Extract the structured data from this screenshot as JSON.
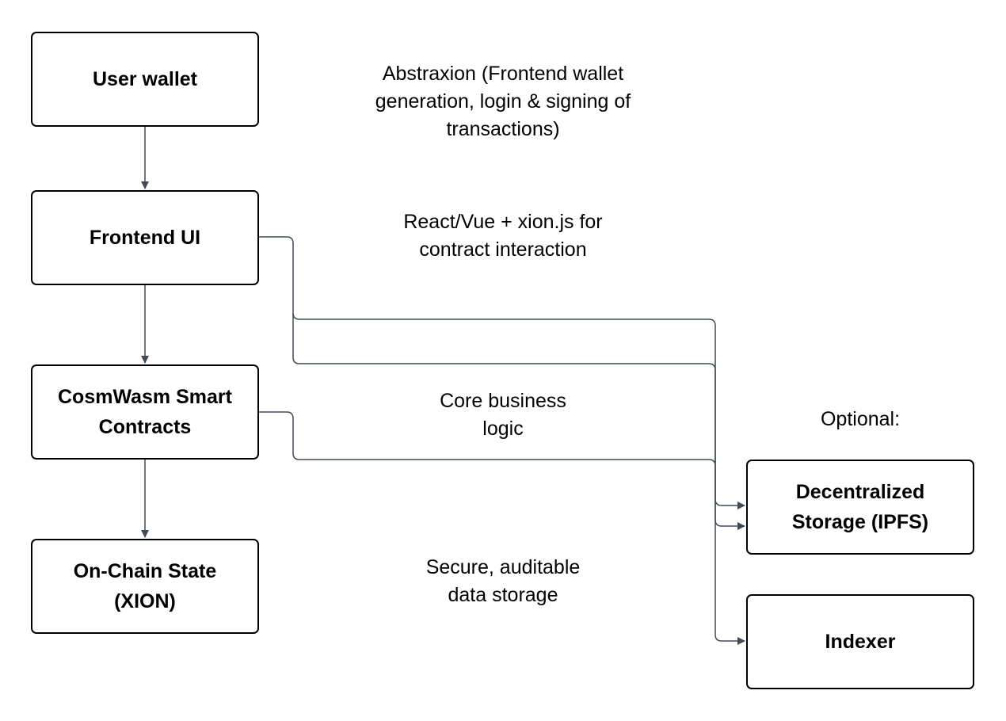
{
  "boxes": {
    "user_wallet": "User wallet",
    "frontend_ui": "Frontend UI",
    "smart_contracts": "CosmWasm Smart\nContracts",
    "on_chain_state": "On-Chain State\n(XION)",
    "decentralized_storage": "Decentralized\nStorage (IPFS)",
    "indexer": "Indexer"
  },
  "notes": {
    "abstraxion": "Abstraxion (Frontend wallet\ngeneration, login & signing of\ntransactions)",
    "frontend_stack": "React/Vue + xion.js for\ncontract interaction",
    "core_logic": "Core business\nlogic",
    "on_chain_storage": "Secure, auditable\ndata storage",
    "optional": "Optional:"
  },
  "colors": {
    "box_border": "#000000",
    "connector": "#424a56",
    "text": "#000000"
  }
}
